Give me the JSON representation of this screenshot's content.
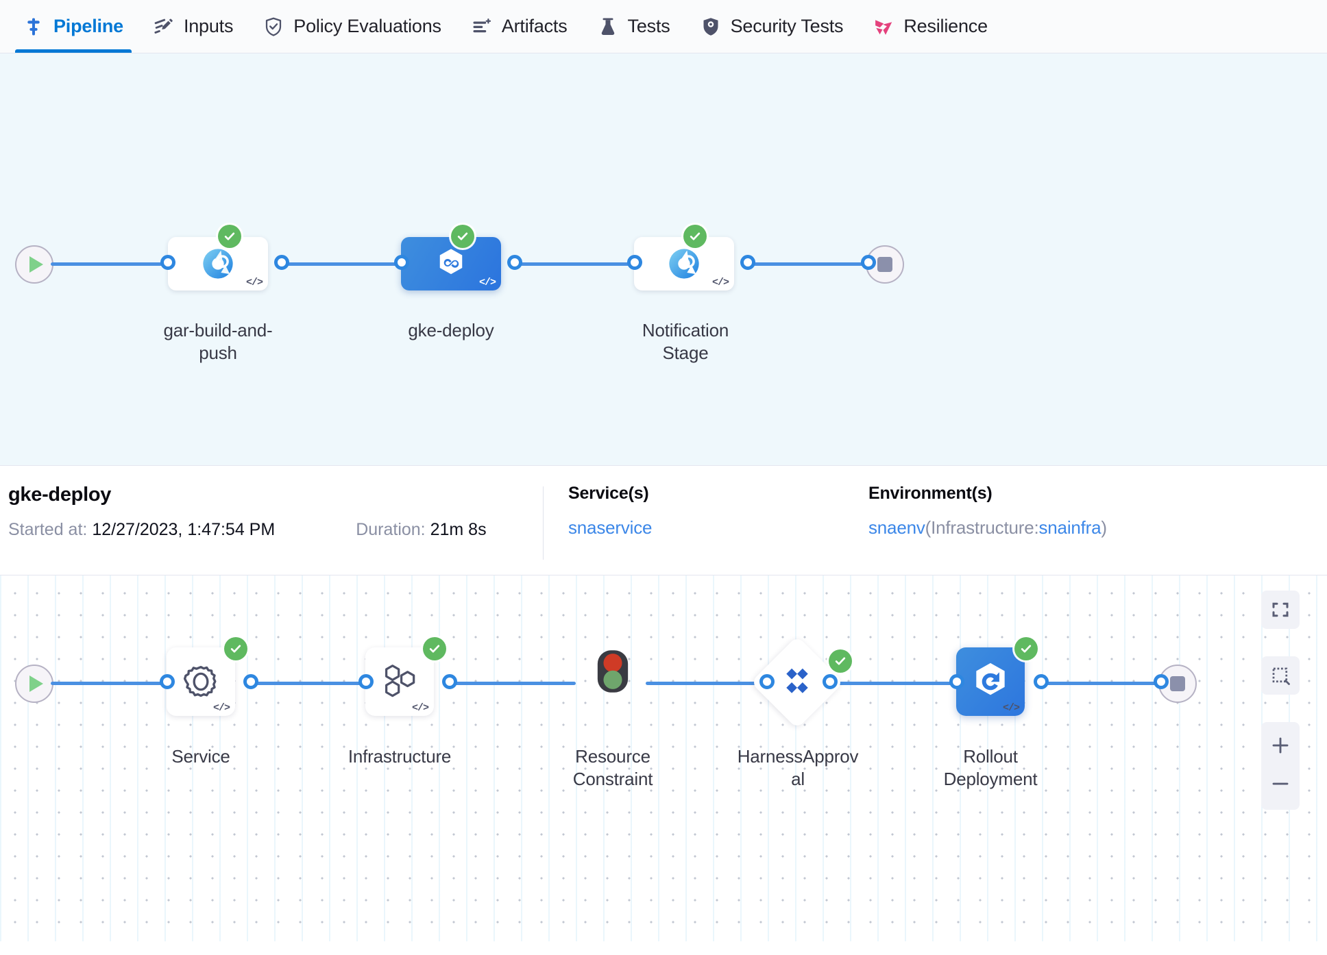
{
  "tabs": [
    {
      "label": "Pipeline",
      "icon": "pipeline-icon",
      "active": true
    },
    {
      "label": "Inputs",
      "icon": "inputs-icon",
      "active": false
    },
    {
      "label": "Policy Evaluations",
      "icon": "policy-shield-check-icon",
      "active": false
    },
    {
      "label": "Artifacts",
      "icon": "artifacts-list-plus-icon",
      "active": false
    },
    {
      "label": "Tests",
      "icon": "flask-icon",
      "active": false
    },
    {
      "label": "Security Tests",
      "icon": "security-shield-icon",
      "active": false
    },
    {
      "label": "Resilience",
      "icon": "resilience-icon",
      "active": false
    }
  ],
  "pipeline_graph": {
    "start_node": {
      "name": "start-node",
      "icon": "play-icon"
    },
    "end_node": {
      "name": "end-node",
      "icon": "stop-icon"
    },
    "stages": [
      {
        "label": "gar-build-and-\npush",
        "label_lines": [
          "gar-build-and-",
          "push"
        ],
        "icon": "ci-build-icon",
        "status": "success",
        "selected": false,
        "code_tag": "</>"
      },
      {
        "label": "gke-deploy",
        "label_lines": [
          "gke-deploy"
        ],
        "icon": "cd-deploy-icon",
        "status": "success",
        "selected": true,
        "code_tag": "</>"
      },
      {
        "label": "Notification\nStage",
        "label_lines": [
          "Notification",
          "Stage"
        ],
        "icon": "ci-build-icon",
        "status": "success",
        "selected": false,
        "code_tag": "</>"
      }
    ]
  },
  "stage_info": {
    "title": "gke-deploy",
    "started_label": "Started at:",
    "started_value": "12/27/2023, 1:47:54 PM",
    "duration_label": "Duration:",
    "duration_value": "21m 8s",
    "services_label": "Service(s)",
    "services_value": "snaservice",
    "environments_label": "Environment(s)",
    "environment_name": "snaenv",
    "environment_infra_prefix": "(Infrastructure:",
    "environment_infra_name": "snainfra",
    "environment_suffix": ")"
  },
  "execution_graph": {
    "start_node": {
      "name": "start-node",
      "icon": "play-icon"
    },
    "end_node": {
      "name": "end-node",
      "icon": "stop-icon"
    },
    "steps": [
      {
        "label_lines": [
          "Service"
        ],
        "icon": "gear-icon",
        "shape": "card",
        "status": "success",
        "selected": false,
        "code_tag": "</>"
      },
      {
        "label_lines": [
          "Infrastructure"
        ],
        "icon": "hexagon-cluster-icon",
        "shape": "card",
        "status": "success",
        "selected": false,
        "code_tag": "</>"
      },
      {
        "label_lines": [
          "Resource",
          "Constraint"
        ],
        "icon": "traffic-light-icon",
        "shape": "bare",
        "status": "none",
        "selected": false,
        "code_tag": ""
      },
      {
        "label_lines": [
          "HarnessApprov",
          "al"
        ],
        "icon": "approval-diamond-icon",
        "shape": "diamond",
        "status": "success",
        "selected": false,
        "code_tag": ""
      },
      {
        "label_lines": [
          "Rollout",
          "Deployment"
        ],
        "icon": "rollout-deployment-icon",
        "shape": "card",
        "status": "success",
        "selected": true,
        "code_tag": "</>"
      }
    ],
    "controls": [
      {
        "name": "fit-to-screen-button",
        "icon": "fullscreen-icon"
      },
      {
        "name": "zoom-to-selection-button",
        "icon": "dashed-square-icon"
      },
      {
        "name": "zoom-in-button",
        "icon": "plus-icon"
      },
      {
        "name": "zoom-out-button",
        "icon": "minus-icon"
      }
    ]
  },
  "colors": {
    "accent_blue": "#0278d5",
    "edge_blue": "#4a90e2",
    "success_green": "#5fb960",
    "selected_stage": "#2f7ade",
    "canvas_top_bg": "#eff8fc",
    "resilience_pink": "#e4427d"
  }
}
